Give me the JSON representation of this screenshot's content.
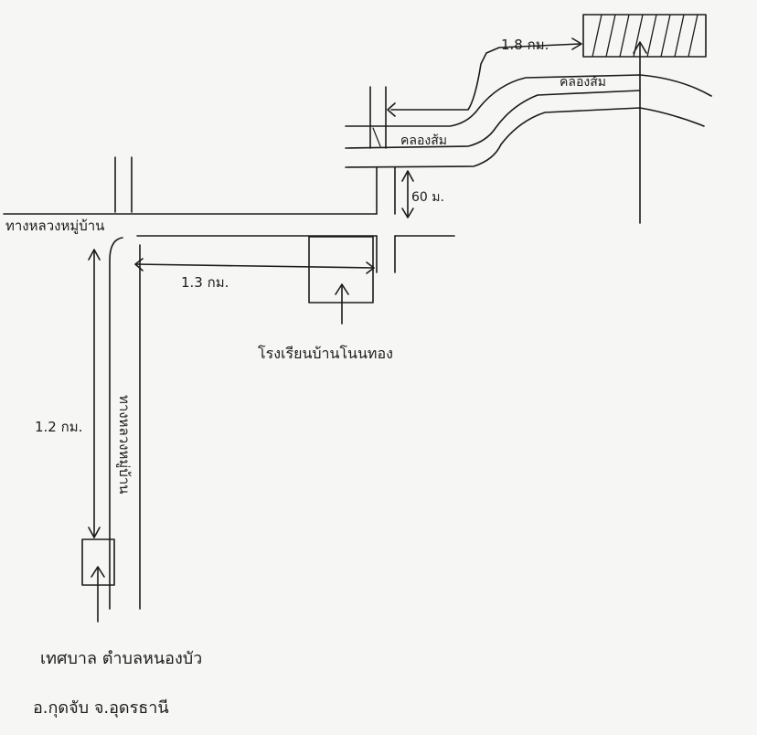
{
  "map": {
    "labels": {
      "road_west_top": "ทางหลวงหมู่บ้าน",
      "road_vertical": "ทางหลวงหมู่บ้าน",
      "dist_north": "1.8 กม.",
      "dist_middle": "1.3 กม.",
      "dist_south": "1.2 กม.",
      "canal_upper": "คลองส้ม",
      "canal_lower": "คลองส้ม",
      "dist_side": "60 ม.",
      "school": "โรงเรียนบ้านโนนทอง",
      "location_line1": "เทศบาล ตำบลหนองบัว",
      "location_line2": "อ.กุดจับ จ.อุดรธานี"
    }
  }
}
